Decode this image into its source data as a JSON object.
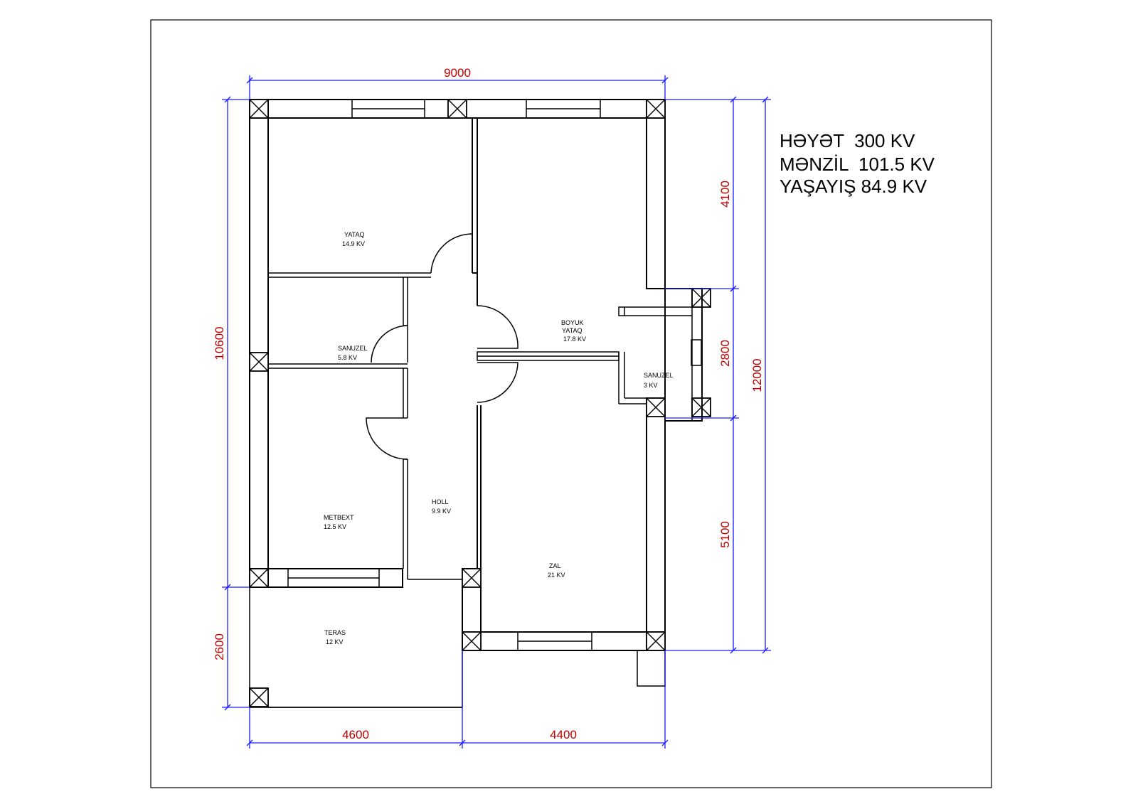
{
  "summary": [
    {
      "text": "HƏYƏT  300 KV"
    },
    {
      "text": "MƏNZİL  101.5 KV"
    },
    {
      "text": "YAŞAYIŞ 84.9 KV"
    }
  ],
  "rooms": {
    "yataq": {
      "name": "YATAQ",
      "area": "14.9 KV"
    },
    "sanuzel_left": {
      "name": "SANUZEL",
      "area": "5.8 KV"
    },
    "boyuk_yataq": {
      "name1": "BOYUK",
      "name2": "YATAQ",
      "area": "17.8 KV"
    },
    "sanuzel_right": {
      "name": "SANUZEL",
      "area": "3 KV"
    },
    "holl": {
      "name": "HOLL",
      "area": "9.9 KV"
    },
    "metbext": {
      "name": "METBEXT",
      "area": "12.5 KV"
    },
    "zal": {
      "name": "ZAL",
      "area": "21 KV"
    },
    "teras": {
      "name": "TERAS",
      "area": "12 KV"
    }
  },
  "dimensions": {
    "top_width": "9000",
    "left_height": "10600",
    "left_teras": "2600",
    "bottom_left": "4600",
    "bottom_right": "4400",
    "right_top": "4100",
    "right_middle": "2800",
    "right_bottom": "5100",
    "right_total": "12000"
  },
  "colors": {
    "dimension_text": "#c00000",
    "dimension_line": "#1a1aff",
    "walls": "#000000"
  }
}
